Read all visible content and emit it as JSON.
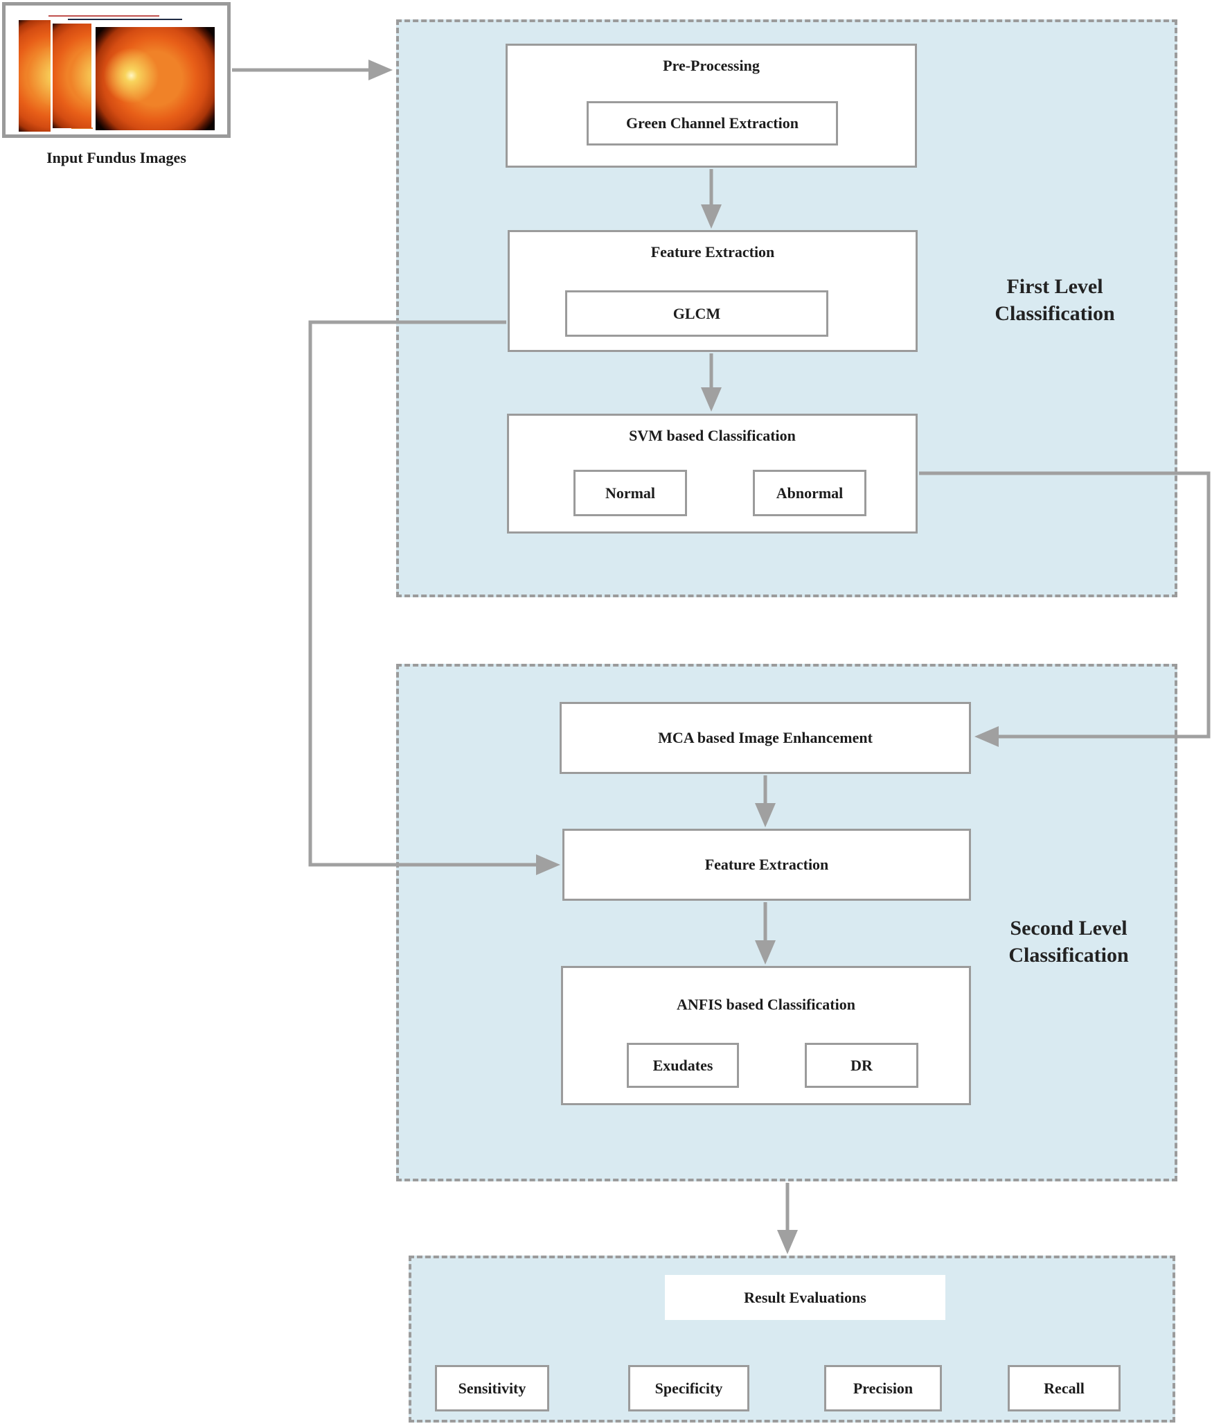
{
  "input": {
    "label": "Input Fundus Images"
  },
  "level1": {
    "label_line1": "First Level",
    "label_line2": "Classification",
    "preprocessing": {
      "title": "Pre-Processing",
      "inner": "Green Channel Extraction"
    },
    "feature_extraction": {
      "title": "Feature Extraction",
      "inner": "GLCM"
    },
    "svm": {
      "title": "SVM based Classification",
      "outputs": [
        "Normal",
        "Abnormal"
      ]
    }
  },
  "level2": {
    "label_line1": "Second Level",
    "label_line2": "Classification",
    "mca": {
      "title": "MCA based Image Enhancement"
    },
    "feature_extraction": {
      "title": "Feature Extraction"
    },
    "anfis": {
      "title": "ANFIS based Classification",
      "outputs": [
        "Exudates",
        "DR"
      ]
    }
  },
  "results": {
    "title": "Result Evaluations",
    "metrics": [
      "Sensitivity",
      "Specificity",
      "Precision",
      "Recall"
    ]
  },
  "colors": {
    "container_fill": "#d9eaf1",
    "border_gray": "#9b9b9b",
    "arrow_gray": "#a0a0a0",
    "text": "#1c1c1c"
  }
}
